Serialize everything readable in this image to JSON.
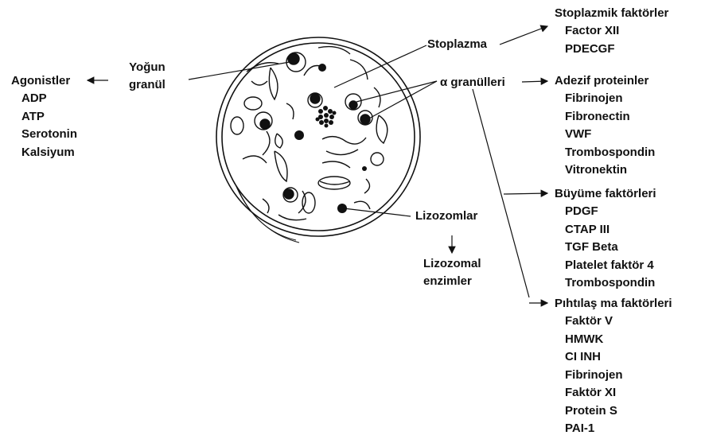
{
  "labels": {
    "yogun_line1": "Yoğun",
    "yogun_line2": "granül",
    "stoplazma": "Stoplazma",
    "alpha": "α granülleri",
    "lizozomlar": "Lizozomlar",
    "lizozomal_line1": "Lizozomal",
    "lizozomal_line2": "enzimler"
  },
  "agonistler": {
    "title": "Agonistler",
    "items": [
      "ADP",
      "ATP",
      "Serotonin",
      "Kalsiyum"
    ]
  },
  "stoplazmik": {
    "title": "Stoplazmik faktörler",
    "items": [
      "Factor XII",
      "PDECGF"
    ]
  },
  "adezif": {
    "title": "Adezif proteinler",
    "items": [
      "Fibrinojen",
      "Fibronectin",
      "VWF",
      "Trombospondin",
      "Vitronektin"
    ]
  },
  "buyume": {
    "title": "Büyüme faktörleri",
    "items": [
      "PDGF",
      "CTAP III",
      "TGF Beta",
      "Platelet faktör 4",
      "Trombospondin"
    ]
  },
  "pihtilasma": {
    "title": "Pıhtılaş ma faktörleri",
    "items": [
      "Faktör V",
      "HMWK",
      "CI INH",
      "Fibrinojen",
      "Faktör XI",
      "Protein S",
      "PAI-1"
    ]
  }
}
